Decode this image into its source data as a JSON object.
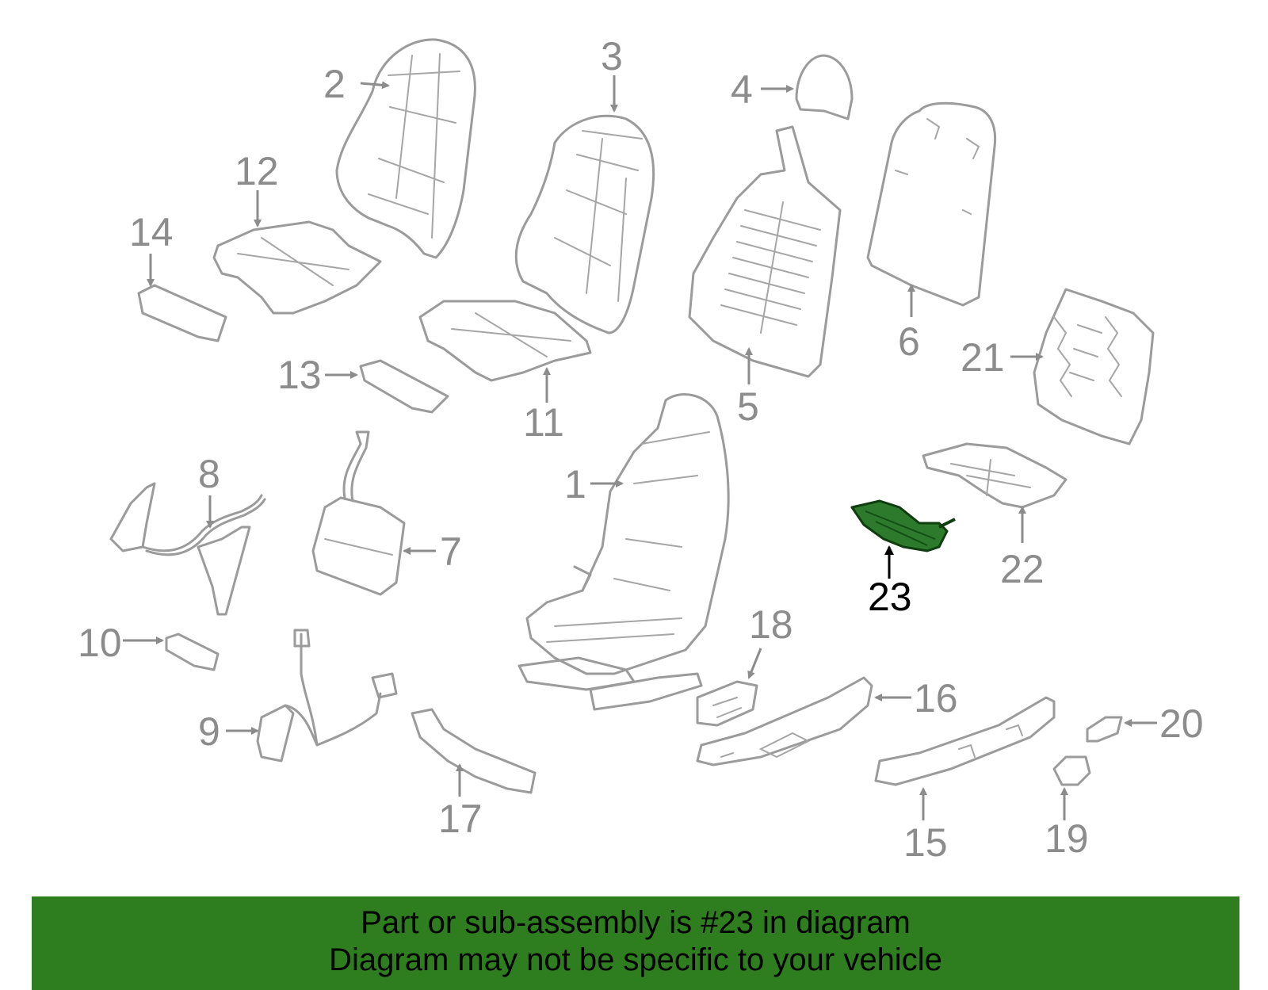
{
  "callouts": {
    "c1": "1",
    "c2": "2",
    "c3": "3",
    "c4": "4",
    "c5": "5",
    "c6": "6",
    "c7": "7",
    "c8": "8",
    "c9": "9",
    "c10": "10",
    "c11": "11",
    "c12": "12",
    "c13": "13",
    "c14": "14",
    "c15": "15",
    "c16": "16",
    "c17": "17",
    "c18": "18",
    "c19": "19",
    "c20": "20",
    "c21": "21",
    "c22": "22",
    "c23": "23"
  },
  "highlighted_part": "23",
  "banner": {
    "line1": "Part or sub-assembly is #23 in diagram",
    "line2": "Diagram may not be specific to your vehicle"
  },
  "colors": {
    "banner_bg": "#2e7d1e",
    "highlight_fill": "#2d7a2d",
    "part_stroke": "#9b9b9b",
    "callout_text": "#8c8c8c",
    "active_callout": "#000000"
  }
}
